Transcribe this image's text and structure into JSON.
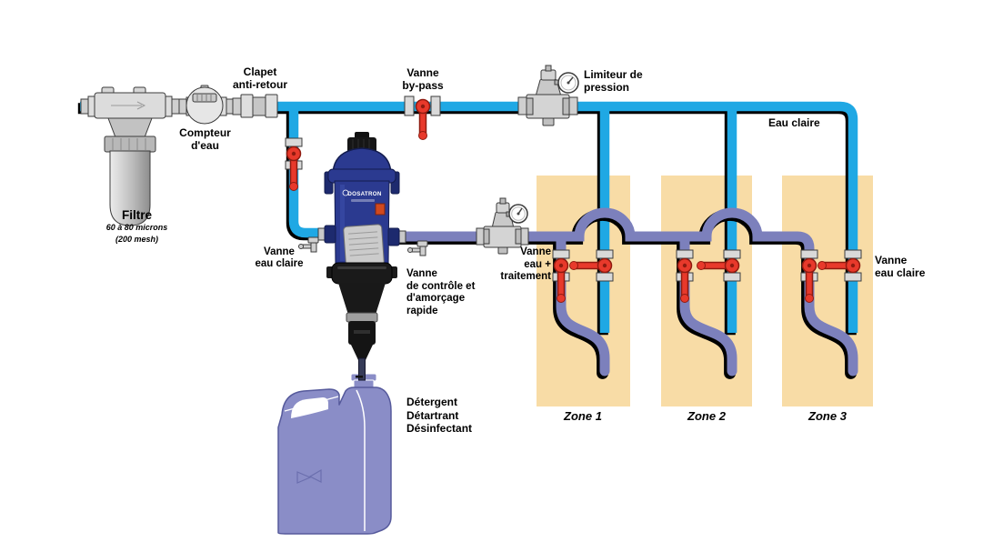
{
  "colors": {
    "clear_water": "#1FA8E4",
    "treated_water": "#7C80BC",
    "valve_red": "#E8392B",
    "valve_red_dark": "#8F1B10",
    "zone_background": "#F8DCA6",
    "pump_body": "#2B3A90",
    "chemical_jug": "#8A8DC7"
  },
  "labels": {
    "filter_title": "Filtre",
    "filter_detail_1": "60 à 80 microns",
    "filter_detail_2": "(200 mesh)",
    "water_meter": [
      "Compteur",
      "d'eau"
    ],
    "check_valve": [
      "Clapet",
      "anti-retour"
    ],
    "bypass_valve": [
      "Vanne",
      "by-pass"
    ],
    "pressure_limiter": [
      "Limiteur de",
      "pression"
    ],
    "clear_water": "Eau claire",
    "inlet_clear_water_valve": [
      "Vanne",
      "eau claire"
    ],
    "control_priming_valve": [
      "Vanne",
      "de contrôle et",
      "d'amorçage",
      "rapide"
    ],
    "treated_water_valve": [
      "Vanne",
      "eau +",
      "traitement"
    ],
    "zone_clear_water_valve": [
      "Vanne",
      "eau claire"
    ],
    "chemical_product": [
      "Détergent",
      "Détartrant",
      "Désinfectant"
    ],
    "pump_brand": "DOSATRON"
  },
  "zones": [
    {
      "label": "Zone 1"
    },
    {
      "label": "Zone 2"
    },
    {
      "label": "Zone 3"
    }
  ]
}
